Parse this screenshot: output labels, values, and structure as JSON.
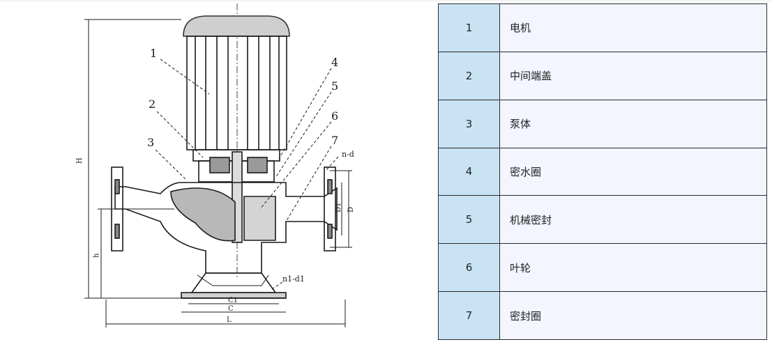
{
  "diagram": {
    "callouts": [
      "1",
      "2",
      "3",
      "4",
      "5",
      "6",
      "7"
    ],
    "flange_label": "n-d",
    "base_flange_label": "n1-d1",
    "dimension_labels": {
      "height_total": "H",
      "inlet_height": "h",
      "flange_dia_1": "D1",
      "flange_dia_2": "D",
      "base_c1": "C1",
      "base_c": "C",
      "length": "L"
    }
  },
  "parts": [
    {
      "number": "1",
      "name": "电机"
    },
    {
      "number": "2",
      "name": "中间端盖"
    },
    {
      "number": "3",
      "name": "泵体"
    },
    {
      "number": "4",
      "name": "密水圈"
    },
    {
      "number": "5",
      "name": "机械密封"
    },
    {
      "number": "6",
      "name": "叶轮"
    },
    {
      "number": "7",
      "name": "密封圈"
    }
  ]
}
